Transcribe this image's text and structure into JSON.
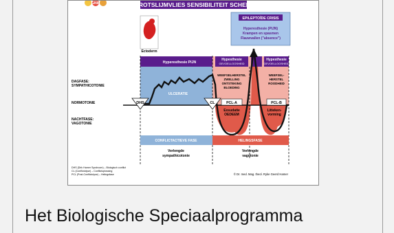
{
  "header": {
    "title": "STROTSLIJMVLIES SENSIBILITEIT SCHEMA",
    "logo_text": "GNM"
  },
  "embryo": {
    "label": "Ectoderm"
  },
  "crisis": {
    "title": "EPILEPTOÏDE CRISIS",
    "line1": "Hyperesthesie (PIJN)",
    "line2": "Krampen en spasmen",
    "line3": "Flauwvallen (\"absence\")"
  },
  "bands": {
    "b1": "Hyperesthesie PIJN",
    "b2a": "Hypesthesie",
    "b2b": "GEVOELLOOSHEID",
    "b3a": "Hypesthesie",
    "b3b": "GEVOELLOOSHEID"
  },
  "left_labels": {
    "day1": "DAGFASE:",
    "day2": "SYMPATHICOTONIE",
    "normo": "NORMOTONIE",
    "night1": "NACHTFASE:",
    "night2": "VAGOTONIE"
  },
  "phases": {
    "dhs": "DHS",
    "ulc": "ULCERATIE",
    "cl": "CL",
    "weef1": [
      "WEEFSELHERSTEL",
      "ZWELLING",
      "ONTSTEKING",
      "BLOEDING"
    ],
    "pcla": "PCL-A",
    "exs1": "Exsudatie",
    "exs2": "OEDEEM",
    "weef2": [
      "WEEFSEL-",
      "HERSTEL",
      "ROODHEID"
    ],
    "pclb": "PCL-B",
    "lit1": "Litteken-",
    "lit2": "vorming"
  },
  "bottom": {
    "conflict": "CONFLICTACTIEVE FASE",
    "heal": "HELINGSFASE",
    "symp1": "Verlengde",
    "symp2": "sympathicotonie",
    "vago1": "Verlengde",
    "vago2": "vagotonie"
  },
  "legend": {
    "l1": "DHS (Dirk Hamer Syndroom) – Biologisch conflict",
    "l2": "CL (Conflictolyse) – Conflictoplossing",
    "l3": "PCL (Post-Conflictolyse) – Helingsfase"
  },
  "copyright": "© Dr. med. Mag. theol. Ryke Geerd Hamer",
  "caption": "Het Biologische Speciaalprogramma",
  "colors": {
    "purple": "#5a1c8c",
    "blue": "#8fb3d9",
    "red": "#e05a4a",
    "pink": "#f3b0a6",
    "darkred": "#b8241a"
  }
}
